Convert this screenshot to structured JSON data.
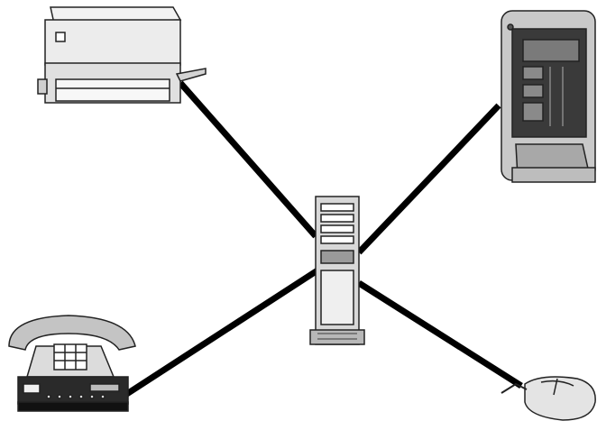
{
  "diagram": {
    "type": "star-network",
    "center": {
      "name": "server-tower",
      "label": ""
    },
    "nodes": [
      {
        "name": "printer",
        "label": ""
      },
      {
        "name": "monitor",
        "label": ""
      },
      {
        "name": "telephone-with-modem",
        "label": ""
      },
      {
        "name": "mouse",
        "label": ""
      }
    ],
    "connections": [
      {
        "from": "printer",
        "to": "server-tower"
      },
      {
        "from": "monitor",
        "to": "server-tower"
      },
      {
        "from": "telephone-with-modem",
        "to": "server-tower"
      },
      {
        "from": "mouse",
        "to": "server-tower"
      }
    ],
    "colors": {
      "link": "#000000",
      "device_fill": "#e6e6e6",
      "device_shade": "#9a9a9a",
      "outline": "#222222"
    }
  }
}
